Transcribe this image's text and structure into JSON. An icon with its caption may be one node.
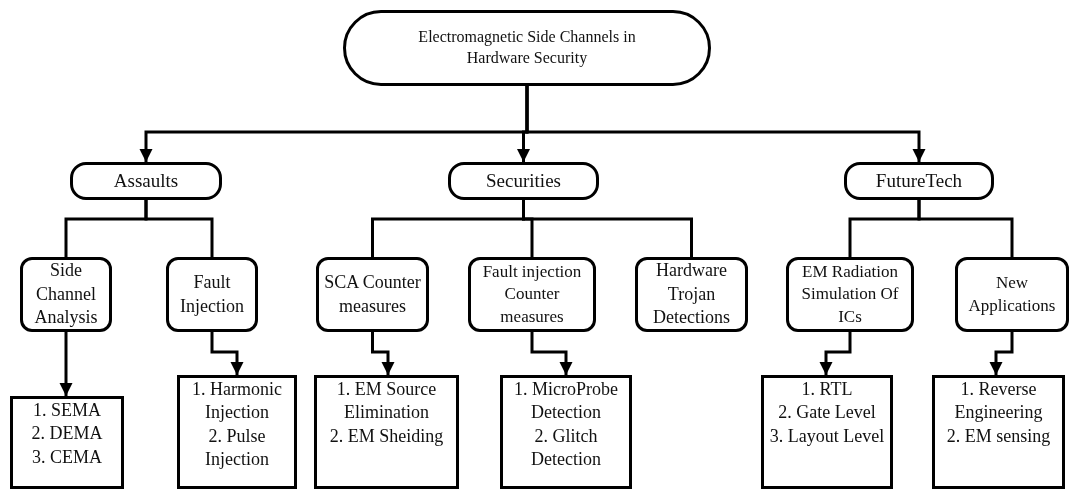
{
  "diagram": {
    "nodes": [
      {
        "text": [
          "Electromagnetic Side Channels in Hardware Security"
        ]
      },
      {
        "text": [
          "Assaults"
        ]
      },
      {
        "text": [
          "Securities"
        ]
      },
      {
        "text": [
          "FutureTech"
        ]
      },
      {
        "text": [
          "Side Channel Analysis"
        ]
      },
      {
        "text": [
          "Fault Injection"
        ]
      },
      {
        "text": [
          "SCA Counter measures"
        ]
      },
      {
        "text": [
          "Fault injection Counter measures"
        ]
      },
      {
        "text": [
          "Hardware Trojan Detections"
        ]
      },
      {
        "text": [
          "EM Radiation Simulation Of ICs"
        ]
      },
      {
        "text": [
          "New Applications"
        ]
      },
      {
        "text": [
          "1. SEMA",
          "2. DEMA",
          "3. CEMA"
        ]
      },
      {
        "text": [
          "1. Harmonic Injection",
          "2. Pulse Injection"
        ]
      },
      {
        "text": [
          "1. EM Source Elimination",
          "2. EM Sheiding"
        ]
      },
      {
        "text": [
          "1. MicroProbe Detection",
          "2. Glitch Detection"
        ]
      },
      {
        "text": [
          "1. RTL",
          "2. Gate Level",
          "3. Layout Level"
        ]
      },
      {
        "text": [
          "1. Reverse Engineering",
          "2. EM sensing"
        ]
      }
    ],
    "edges": [
      {
        "from": 0,
        "to": 1,
        "arrow": "to"
      },
      {
        "from": 0,
        "to": 2,
        "arrow": "to"
      },
      {
        "from": 0,
        "to": 3,
        "arrow": "to"
      },
      {
        "from": 1,
        "to": 4,
        "arrow": "none"
      },
      {
        "from": 1,
        "to": 5,
        "arrow": "none"
      },
      {
        "from": 2,
        "to": 6,
        "arrow": "none"
      },
      {
        "from": 2,
        "to": 7,
        "arrow": "none"
      },
      {
        "from": 2,
        "to": 8,
        "arrow": "none"
      },
      {
        "from": 3,
        "to": 9,
        "arrow": "none"
      },
      {
        "from": 3,
        "to": 10,
        "arrow": "none"
      },
      {
        "from": 4,
        "to": 11,
        "arrow": "to"
      },
      {
        "from": 5,
        "to": 12,
        "arrow": "to"
      },
      {
        "from": 6,
        "to": 13,
        "arrow": "to"
      },
      {
        "from": 7,
        "to": 14,
        "arrow": "to"
      },
      {
        "from": 9,
        "to": 15,
        "arrow": "to"
      },
      {
        "from": 10,
        "to": 16,
        "arrow": "to"
      }
    ]
  }
}
